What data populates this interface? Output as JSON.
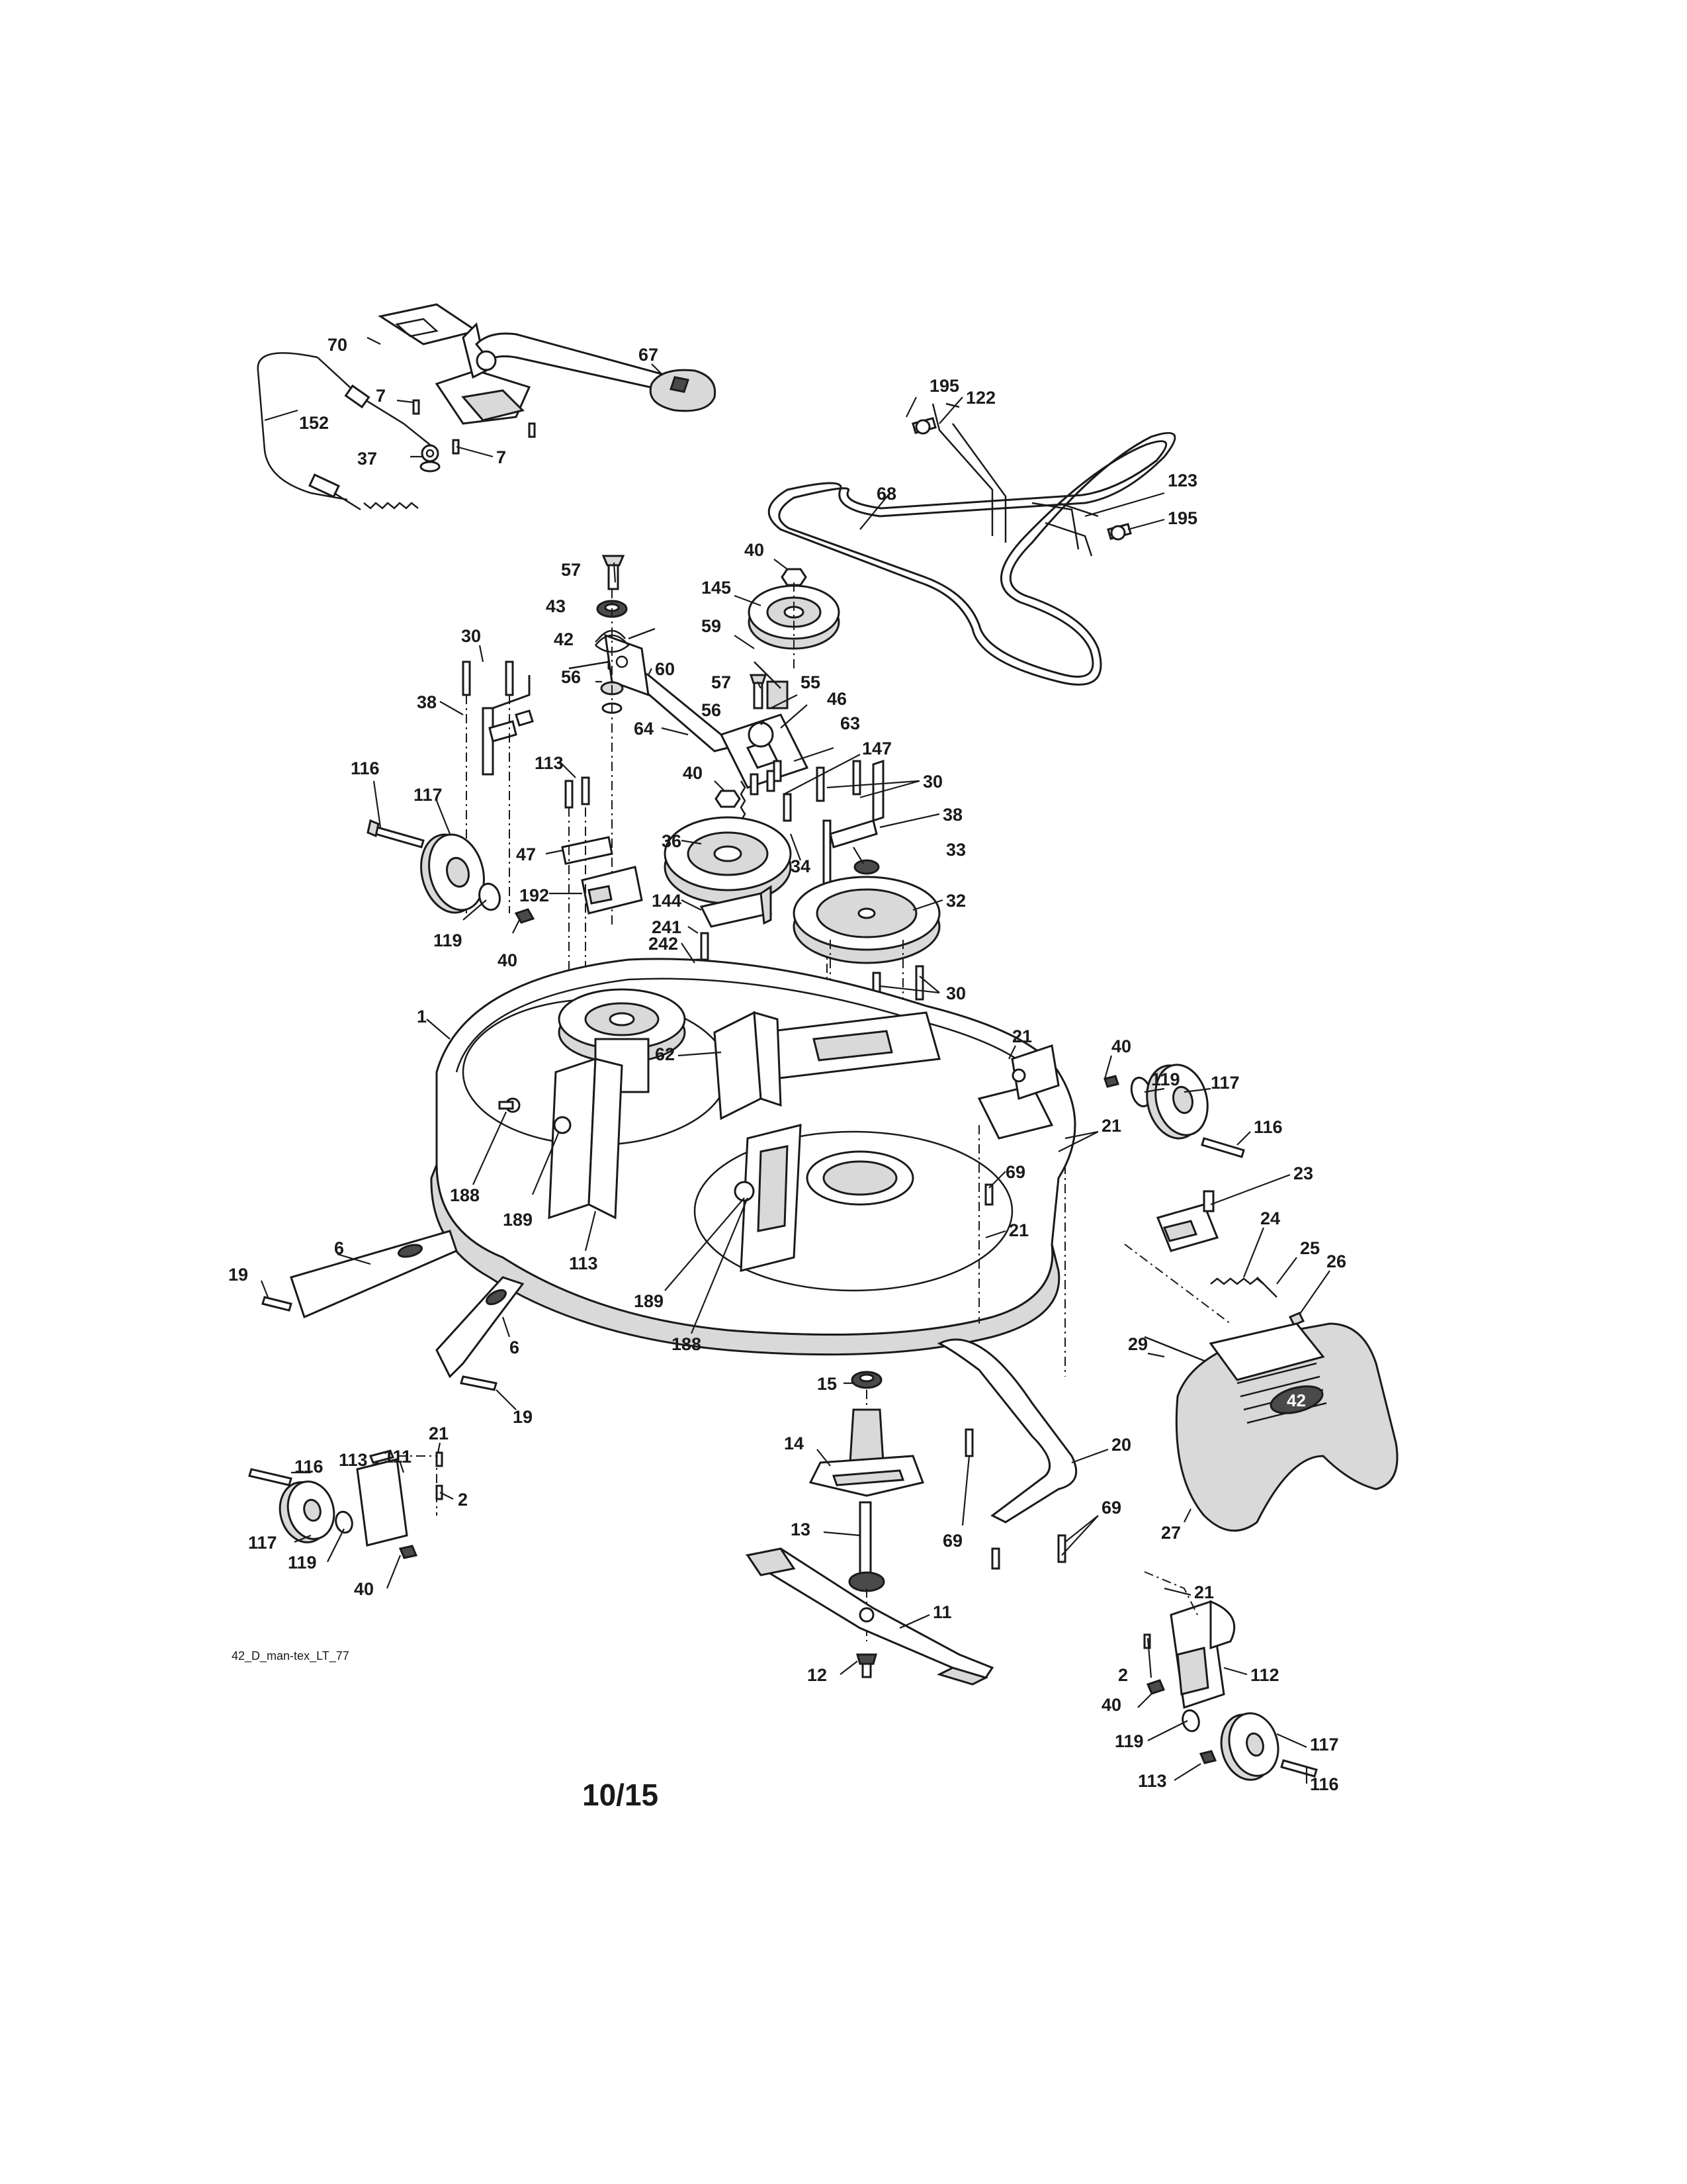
{
  "diagram_code": "42_D_man-tex_LT_77",
  "page_number": "10/15",
  "deck_size_label": "42",
  "callouts": [
    {
      "key": "c70",
      "text": "70"
    },
    {
      "key": "c67",
      "text": "67"
    },
    {
      "key": "c7a",
      "text": "7"
    },
    {
      "key": "c152",
      "text": "152"
    },
    {
      "key": "c37",
      "text": "37"
    },
    {
      "key": "c7b",
      "text": "7"
    },
    {
      "key": "c195a",
      "text": "195"
    },
    {
      "key": "c122",
      "text": "122"
    },
    {
      "key": "c68",
      "text": "68"
    },
    {
      "key": "c123",
      "text": "123"
    },
    {
      "key": "c195b",
      "text": "195"
    },
    {
      "key": "c40a",
      "text": "40"
    },
    {
      "key": "c57a",
      "text": "57"
    },
    {
      "key": "c43",
      "text": "43"
    },
    {
      "key": "c145",
      "text": "145"
    },
    {
      "key": "c42",
      "text": "42"
    },
    {
      "key": "c59",
      "text": "59"
    },
    {
      "key": "c30a",
      "text": "30"
    },
    {
      "key": "c60",
      "text": "60"
    },
    {
      "key": "c56a",
      "text": "56"
    },
    {
      "key": "c57b",
      "text": "57"
    },
    {
      "key": "c55",
      "text": "55"
    },
    {
      "key": "c38a",
      "text": "38"
    },
    {
      "key": "c46",
      "text": "46"
    },
    {
      "key": "c56b",
      "text": "56"
    },
    {
      "key": "c64",
      "text": "64"
    },
    {
      "key": "c63",
      "text": "63"
    },
    {
      "key": "c147",
      "text": "147"
    },
    {
      "key": "c116a",
      "text": "116"
    },
    {
      "key": "c113a",
      "text": "113"
    },
    {
      "key": "c40b",
      "text": "40"
    },
    {
      "key": "c30b",
      "text": "30"
    },
    {
      "key": "c117a",
      "text": "117"
    },
    {
      "key": "c38b",
      "text": "38"
    },
    {
      "key": "c36",
      "text": "36"
    },
    {
      "key": "c47",
      "text": "47"
    },
    {
      "key": "c33",
      "text": "33"
    },
    {
      "key": "c34",
      "text": "34"
    },
    {
      "key": "c192",
      "text": "192"
    },
    {
      "key": "c144",
      "text": "144"
    },
    {
      "key": "c32",
      "text": "32"
    },
    {
      "key": "c119a",
      "text": "119"
    },
    {
      "key": "c241",
      "text": "241"
    },
    {
      "key": "c40c",
      "text": "40"
    },
    {
      "key": "c242",
      "text": "242"
    },
    {
      "key": "c30c",
      "text": "30"
    },
    {
      "key": "c1",
      "text": "1"
    },
    {
      "key": "c21a",
      "text": "21"
    },
    {
      "key": "c40d",
      "text": "40"
    },
    {
      "key": "c119b",
      "text": "119"
    },
    {
      "key": "c62",
      "text": "62"
    },
    {
      "key": "c117b",
      "text": "117"
    },
    {
      "key": "c116b",
      "text": "116"
    },
    {
      "key": "c21b",
      "text": "21"
    },
    {
      "key": "c69a",
      "text": "69"
    },
    {
      "key": "c23",
      "text": "23"
    },
    {
      "key": "c188a",
      "text": "188"
    },
    {
      "key": "c189a",
      "text": "189"
    },
    {
      "key": "c21c",
      "text": "21"
    },
    {
      "key": "c24",
      "text": "24"
    },
    {
      "key": "c113b",
      "text": "113"
    },
    {
      "key": "c25",
      "text": "25"
    },
    {
      "key": "c6a",
      "text": "6"
    },
    {
      "key": "c19a",
      "text": "19"
    },
    {
      "key": "c26",
      "text": "26"
    },
    {
      "key": "c189b",
      "text": "189"
    },
    {
      "key": "c188b",
      "text": "188"
    },
    {
      "key": "c6b",
      "text": "6"
    },
    {
      "key": "c29",
      "text": "29"
    },
    {
      "key": "c15",
      "text": "15"
    },
    {
      "key": "c19b",
      "text": "19"
    },
    {
      "key": "c14",
      "text": "14"
    },
    {
      "key": "c20",
      "text": "20"
    },
    {
      "key": "c113c",
      "text": "113"
    },
    {
      "key": "c111",
      "text": "111"
    },
    {
      "key": "c21d",
      "text": "21"
    },
    {
      "key": "c116c",
      "text": "116"
    },
    {
      "key": "c2a",
      "text": "2"
    },
    {
      "key": "c69b",
      "text": "69"
    },
    {
      "key": "c13",
      "text": "13"
    },
    {
      "key": "c117c",
      "text": "117"
    },
    {
      "key": "c69c",
      "text": "69"
    },
    {
      "key": "c27",
      "text": "27"
    },
    {
      "key": "c119c",
      "text": "119"
    },
    {
      "key": "c40e",
      "text": "40"
    },
    {
      "key": "c21e",
      "text": "21"
    },
    {
      "key": "c11",
      "text": "11"
    },
    {
      "key": "c12",
      "text": "12"
    },
    {
      "key": "c2b",
      "text": "2"
    },
    {
      "key": "c112",
      "text": "112"
    },
    {
      "key": "c40f",
      "text": "40"
    },
    {
      "key": "c119d",
      "text": "119"
    },
    {
      "key": "c117d",
      "text": "117"
    },
    {
      "key": "c113d",
      "text": "113"
    },
    {
      "key": "c116d",
      "text": "116"
    }
  ]
}
